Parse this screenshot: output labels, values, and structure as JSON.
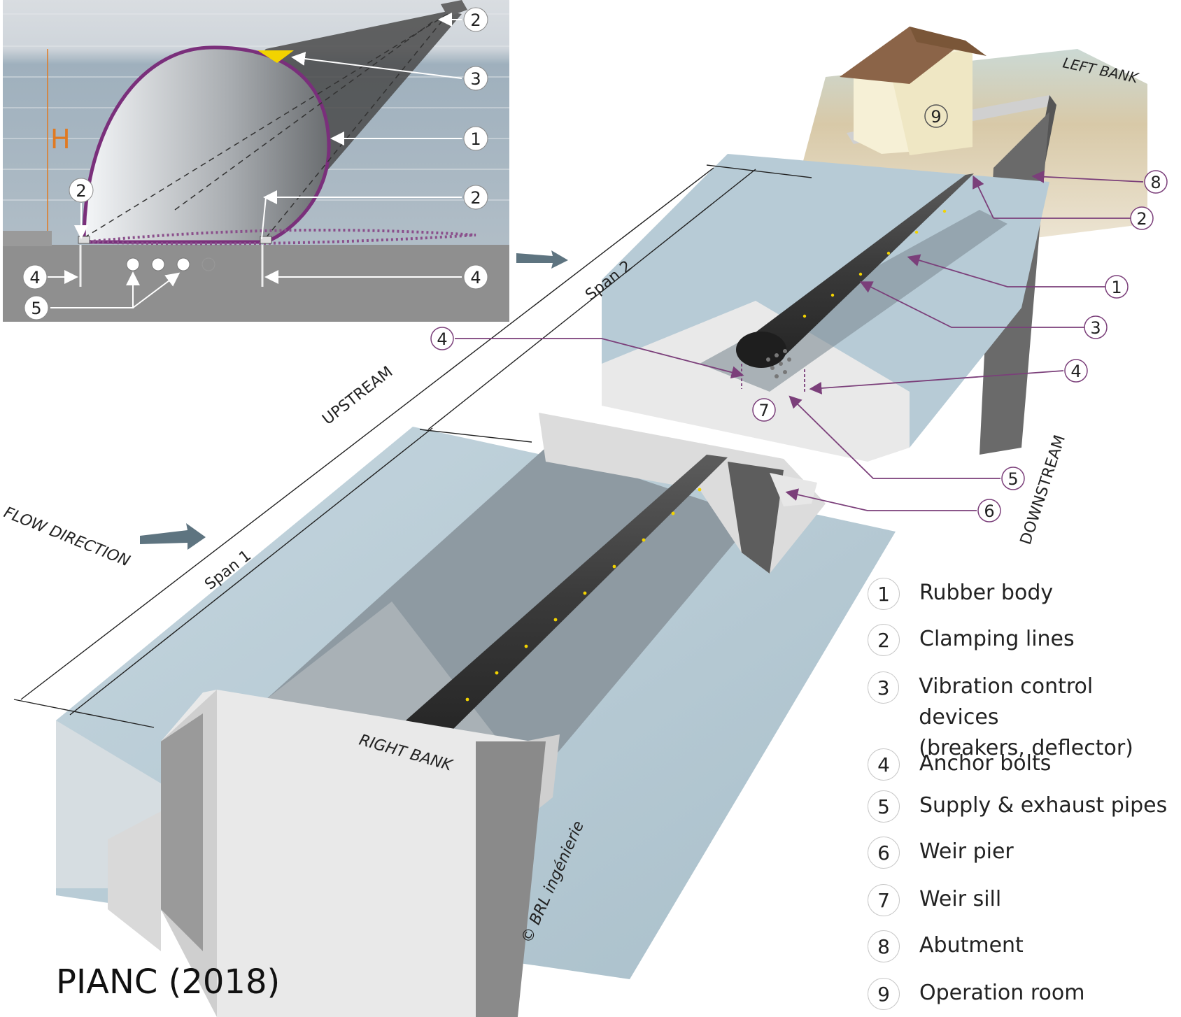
{
  "labels": {
    "flow_direction": "FLOW DIRECTION",
    "upstream": "UPSTREAM",
    "downstream": "DOWNSTREAM",
    "span1": "Span 1",
    "span2": "Span 2",
    "left_bank": "LEFT BANK",
    "right_bank": "RIGHT BANK",
    "height": "H",
    "copyright": "© BRL ingénierie"
  },
  "callouts": {
    "n1": "1",
    "n2": "2",
    "n3": "3",
    "n4": "4",
    "n5": "5",
    "n6": "6",
    "n7": "7",
    "n8": "8",
    "n9": "9"
  },
  "legend": [
    {
      "num": "1",
      "text": "Rubber body"
    },
    {
      "num": "2",
      "text": "Clamping lines"
    },
    {
      "num": "3",
      "text": "Vibration control devices\n(breakers, deflector)"
    },
    {
      "num": "4",
      "text": "Anchor bolts"
    },
    {
      "num": "5",
      "text": "Supply & exhaust pipes"
    },
    {
      "num": "6",
      "text": "Weir pier"
    },
    {
      "num": "7",
      "text": "Weir sill"
    },
    {
      "num": "8",
      "text": "Abutment"
    },
    {
      "num": "9",
      "text": "Operation room"
    }
  ],
  "caption": "PIANC (2018)",
  "colors": {
    "callout_line": "#7b3f7a",
    "rubber": "#3d3d3d",
    "water": "#b9ccd6",
    "concrete": "#e4e4e4",
    "accent_h": "#e07a22",
    "deflector": "#f2d300"
  }
}
